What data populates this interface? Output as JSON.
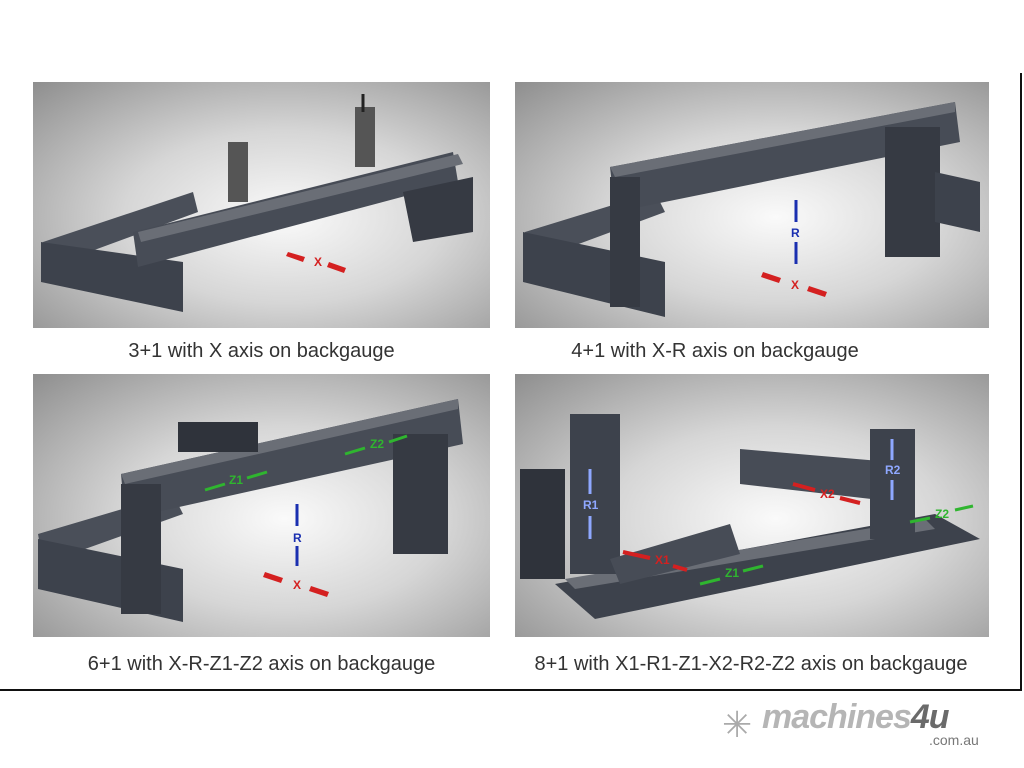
{
  "panels": [
    {
      "caption": "3+1 with X axis on backgauge",
      "axes": [
        "X"
      ]
    },
    {
      "caption": "4+1 with X-R axis on backgauge",
      "axes": [
        "R",
        "X"
      ]
    },
    {
      "caption": "6+1 with X-R-Z1-Z2 axis on backgauge",
      "axes": [
        "Z1",
        "Z2",
        "R",
        "X"
      ]
    },
    {
      "caption": "8+1 with X1-R1-Z1-X2-R2-Z2 axis on backgauge",
      "axes": [
        "R1",
        "X1",
        "Z1",
        "R2",
        "X2",
        "Z2"
      ]
    }
  ],
  "logo": {
    "name": "machines",
    "accent": "4u",
    "domain": ".com.au"
  },
  "colors": {
    "x_axis": "#d42020",
    "r_axis": "#1a2fb0",
    "z_axis": "#2fb52f",
    "r_axis_light": "#8fa8ff",
    "machine": "#3d424c"
  }
}
